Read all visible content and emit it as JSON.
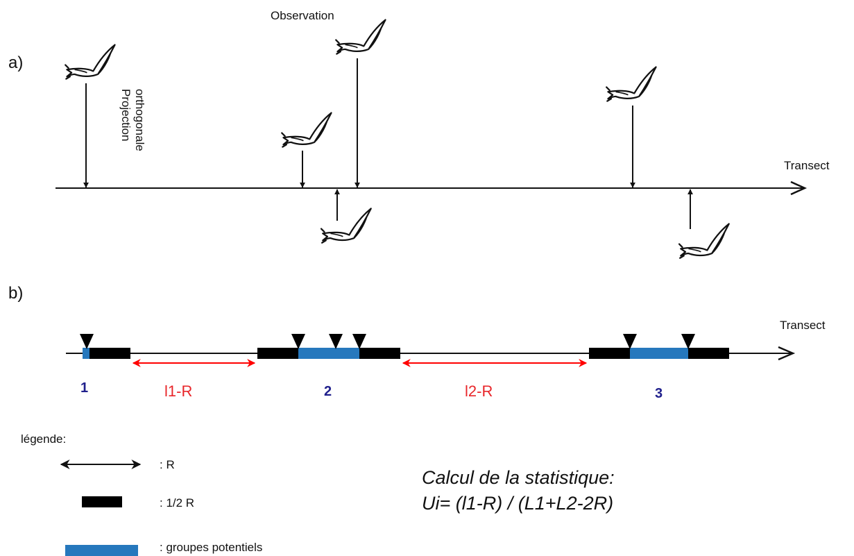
{
  "panel_a": {
    "label": "a)",
    "axis_label": "Transect",
    "projection_label_line1": "Projection",
    "projection_label_line2": "orthogonale",
    "observation_label": "Observation"
  },
  "panel_b": {
    "label": "b)",
    "axis_label": "Transect",
    "group_labels": [
      "1",
      "2",
      "3"
    ],
    "gap_labels": [
      "l1-R",
      "l2-R"
    ]
  },
  "legend": {
    "title": "légende:",
    "items": [
      {
        "symbol": "double-arrow",
        "label": ": R"
      },
      {
        "symbol": "black-bar",
        "label": ": 1/2 R"
      },
      {
        "symbol": "blue-bar",
        "label": ": groupes potentiels"
      }
    ]
  },
  "formula": {
    "line1": "Calcul de la statistique:",
    "line2": "Ui= (l1-R) / (L1+L2-2R)"
  },
  "colors": {
    "line": "#111111",
    "half_r_bar": "#000000",
    "group_bar": "#2678bd",
    "gap_arrow": "#ff0000",
    "gap_text": "#e8262a",
    "group_number": "#1f1f8c"
  }
}
